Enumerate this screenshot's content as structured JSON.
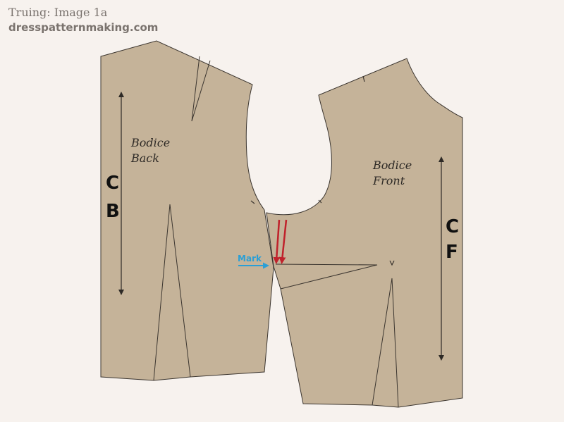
{
  "header": {
    "title": "Truing: Image 1a",
    "site": "dresspatternmaking.com"
  },
  "back_piece": {
    "label_line1": "Bodice",
    "label_line2": "Back",
    "center_letter_1": "C",
    "center_letter_2": "B"
  },
  "front_piece": {
    "label_line1": "Bodice",
    "label_line2": "Front",
    "center_letter_1": "C",
    "center_letter_2": "F"
  },
  "annotation": {
    "mark_label": "Mark"
  },
  "colors": {
    "fabric": "#c5b399",
    "outline": "#3b352f",
    "background": "#f7f2ee",
    "red_arrow": "#c0212b",
    "mark_blue": "#2a9fd6"
  }
}
